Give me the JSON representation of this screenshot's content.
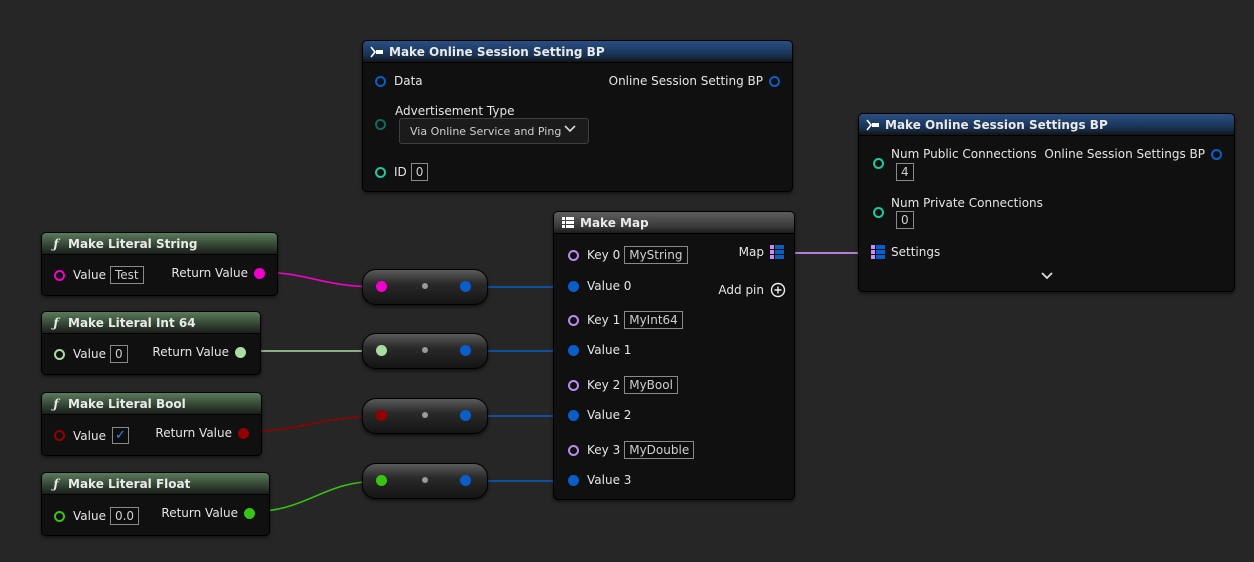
{
  "colors": {
    "string": "#f000c8",
    "int64": "#a8dca0",
    "bool": "#930000",
    "float": "#39c415",
    "struct": "#0a5ec8",
    "key": "#b98cf2",
    "int": "#1ec8a0",
    "map_value": "#0a5ec8"
  },
  "session_setting": {
    "title": "Make Online Session Setting BP",
    "data_label": "Data",
    "output_label": "Online Session Setting BP",
    "adv_label": "Advertisement Type",
    "adv_value": "Via Online Service and Ping",
    "id_label": "ID",
    "id_value": "0"
  },
  "session_settings": {
    "title": "Make Online Session Settings BP",
    "public_label": "Num Public Connections",
    "public_value": "4",
    "output_label": "Online Session Settings BP",
    "private_label": "Num Private Connections",
    "private_value": "0",
    "settings_label": "Settings"
  },
  "literal_string": {
    "title": "Make Literal String",
    "value_label": "Value",
    "value": "Test",
    "return_label": "Return Value"
  },
  "literal_int64": {
    "title": "Make Literal Int 64",
    "value_label": "Value",
    "value": "0",
    "return_label": "Return Value"
  },
  "literal_bool": {
    "title": "Make Literal Bool",
    "value_label": "Value",
    "checked": true,
    "return_label": "Return Value"
  },
  "literal_float": {
    "title": "Make Literal Float",
    "value_label": "Value",
    "value": "0.0",
    "return_label": "Return Value"
  },
  "make_map": {
    "title": "Make Map",
    "map_label": "Map",
    "add_pin_label": "Add pin",
    "pairs": [
      {
        "key_label": "Key 0",
        "key": "MyString",
        "value_label": "Value 0"
      },
      {
        "key_label": "Key 1",
        "key": "MyInt64",
        "value_label": "Value 1"
      },
      {
        "key_label": "Key 2",
        "key": "MyBool",
        "value_label": "Value 2"
      },
      {
        "key_label": "Key 3",
        "key": "MyDouble",
        "value_label": "Value 3"
      }
    ]
  }
}
